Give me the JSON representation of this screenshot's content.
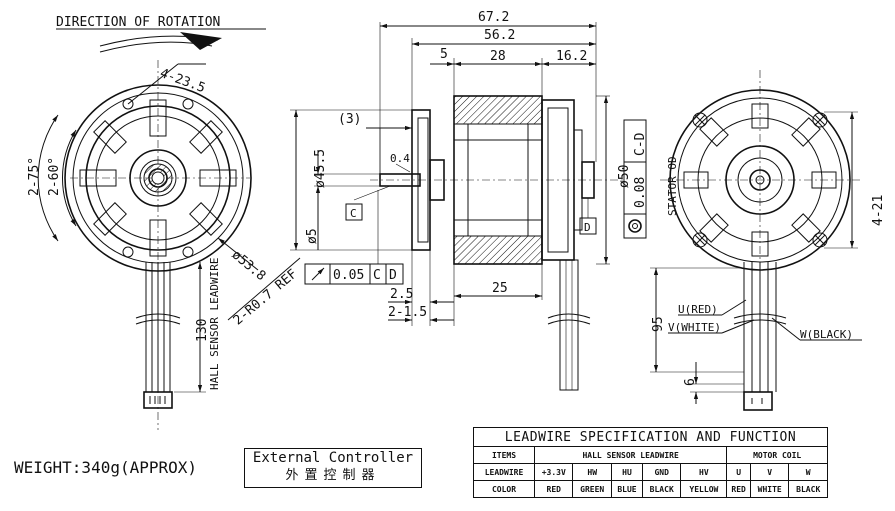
{
  "drawing": {
    "direction_of_rotation": "DIRECTION OF ROTATION",
    "front_view": {
      "holes": "4-23.5",
      "angle_75": "2-75°",
      "angle_60": "2-60°",
      "dia_53": "ø53.8",
      "radius": "2-R0.7 REF",
      "wire_length": "130",
      "wire_label": "HALL SENSOR LEADWIRE"
    },
    "side_view": {
      "len_67": "67.2",
      "len_56": "56.2",
      "len_5": "5",
      "len_28": "28",
      "len_16": "16.2",
      "paren_3": "(3)",
      "val_04": "0.4",
      "dia_45": "ø45.5",
      "dia_5": "ø5",
      "dia_50": "ø50",
      "len_25": "25",
      "len_25b": "2.5",
      "len_215": "2-1.5",
      "datum_c": "C",
      "datum_d": "D",
      "runout_tol": "0.05",
      "runout_ref_c": "C",
      "runout_ref_d": "D",
      "conc_tol": "0.08",
      "conc_ref": "C-D",
      "stator_label": "STATOR OD"
    },
    "rear_view": {
      "holes": "4-21",
      "dim_95": "95",
      "dim_6": "6",
      "lead_u": "U(RED)",
      "lead_v": "V(WHITE)",
      "lead_w": "W(BLACK)"
    }
  },
  "weight": "WEIGHT:340g(APPROX)",
  "external_controller": {
    "line1": "External Controller",
    "line2": "外置控制器"
  },
  "leadwire_table": {
    "title": "LEADWIRE SPECIFICATION AND FUNCTION",
    "header": {
      "items": "ITEMS",
      "hall": "HALL SENSOR LEADWIRE",
      "motor": "MOTOR COIL"
    },
    "leadwire_row": {
      "label": "LEADWIRE",
      "cells": [
        "+3.3V",
        "HW",
        "HU",
        "GND",
        "HV",
        "U",
        "V",
        "W"
      ]
    },
    "color_row": {
      "label": "COLOR",
      "cells": [
        "RED",
        "GREEN",
        "BLUE",
        "BLACK",
        "YELLOW",
        "RED",
        "WHITE",
        "BLACK"
      ]
    }
  }
}
